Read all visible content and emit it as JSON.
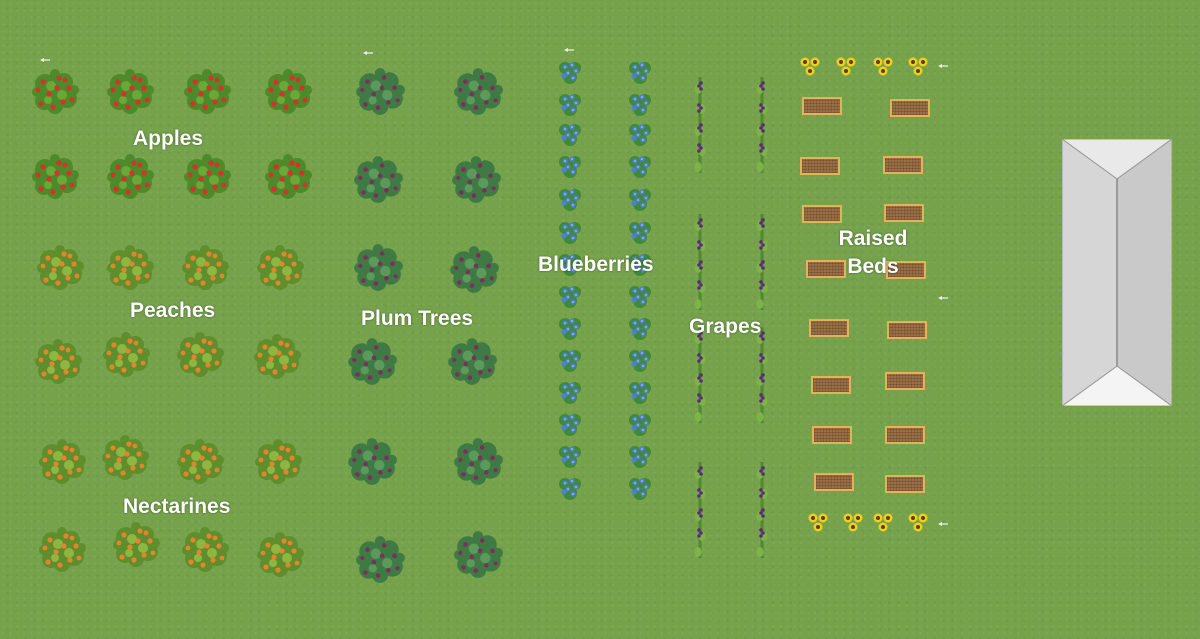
{
  "labels": {
    "apples": "Apples",
    "peaches": "Peaches",
    "nectarines": "Nectarines",
    "plum_trees": "Plum Trees",
    "blueberries": "Blueberries",
    "grapes": "Grapes",
    "raised_beds_line1": "Raised",
    "raised_beds_line2": "Beds"
  },
  "colors": {
    "grass": "#76a24c",
    "apple_fruit": "#d8302a",
    "peach_fruit": "#e6832e",
    "plum_fruit": "#7b2f5a",
    "blueberry": "#4f7fd0",
    "grape": "#5a2a78",
    "sunflower": "#f2cf1a",
    "bed_soil": "#9a6f45",
    "bed_border": "#e3b35a",
    "house_roof": "#d9d9d9"
  },
  "icons": {
    "fruit_tree": "fruit-tree-icon",
    "blueberry_bush": "blueberry-bush-icon",
    "grape_vine": "grape-vine-icon",
    "sunflower": "sunflower-icon",
    "raised_bed": "raised-bed-icon",
    "house_roof": "house-roof-icon",
    "marker": "arrow-marker-icon"
  }
}
